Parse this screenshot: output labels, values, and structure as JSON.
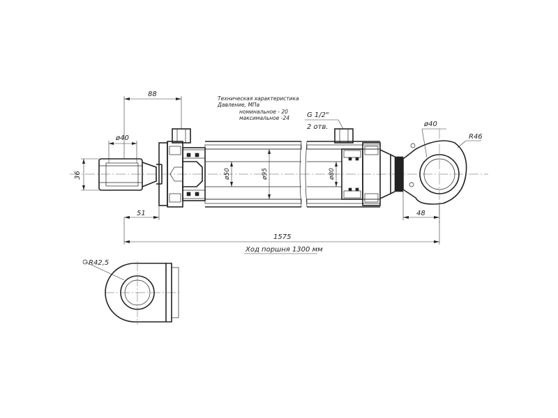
{
  "tech": {
    "title": "Техническая характеристика",
    "pressure": "Давление, МПа",
    "nominal": "номинальное - 20",
    "max": "максимальное -24"
  },
  "dims": {
    "d88": "88",
    "phi40_rod": "ø40",
    "d36": "36",
    "d51": "51",
    "phi50": "ø50",
    "phi95": "ø95",
    "phi80": "ø80",
    "port_thread": "G 1/2\"",
    "port_count": "2 отв.",
    "phi40_eye": "ø40",
    "r46": "R46",
    "d48": "48",
    "d1575": "1575",
    "stroke": "Ход поршня 1300 мм",
    "r42_5": "R42,5"
  }
}
